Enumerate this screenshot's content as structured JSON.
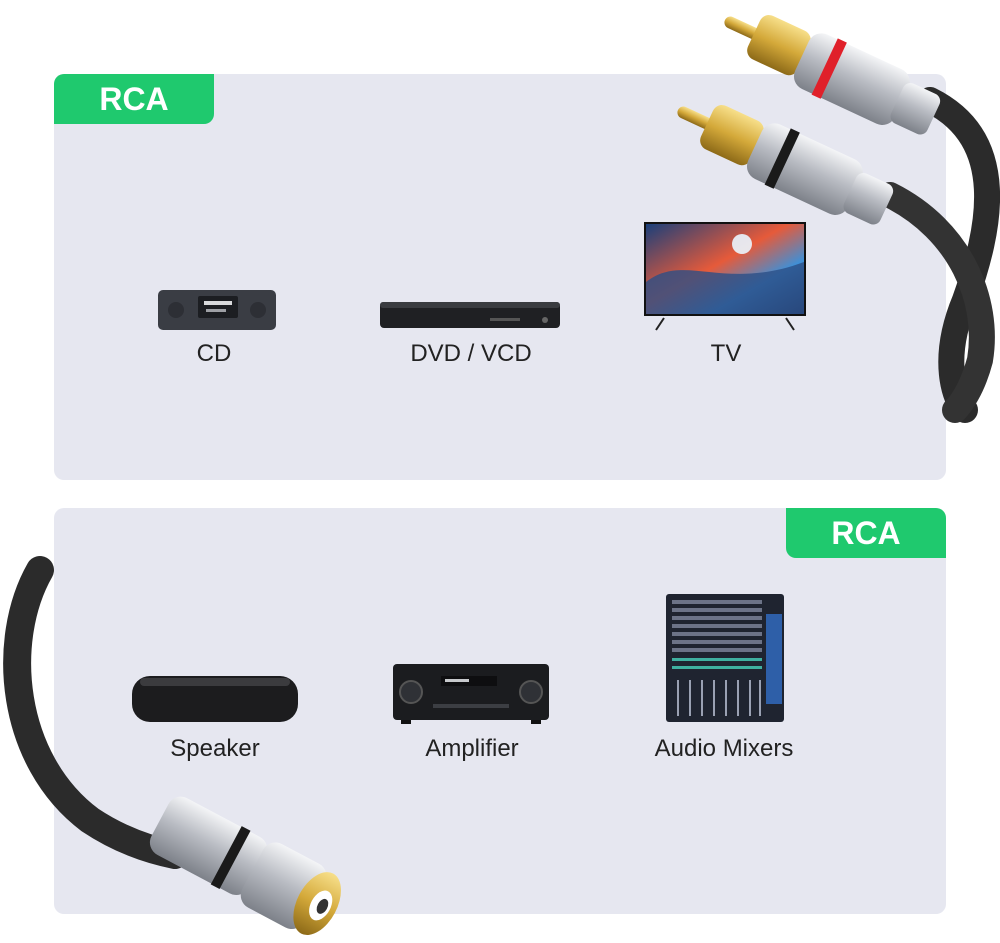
{
  "colors": {
    "panel": "#e6e7f0",
    "badge": "#1fc96e",
    "cable": "#2b2b2b",
    "gold": "#d4a93a",
    "silver": "#c9ccd2",
    "red_ring": "#e0202a"
  },
  "top_section": {
    "badge": "RCA",
    "devices": [
      {
        "name": "cd-player",
        "label": "CD"
      },
      {
        "name": "dvd-player",
        "label": "DVD / VCD"
      },
      {
        "name": "tv",
        "label": "TV"
      }
    ]
  },
  "bottom_section": {
    "badge": "RCA",
    "devices": [
      {
        "name": "speaker",
        "label": "Speaker"
      },
      {
        "name": "amplifier",
        "label": "Amplifier"
      },
      {
        "name": "audio-mixer",
        "label": "Audio Mixers"
      }
    ]
  }
}
